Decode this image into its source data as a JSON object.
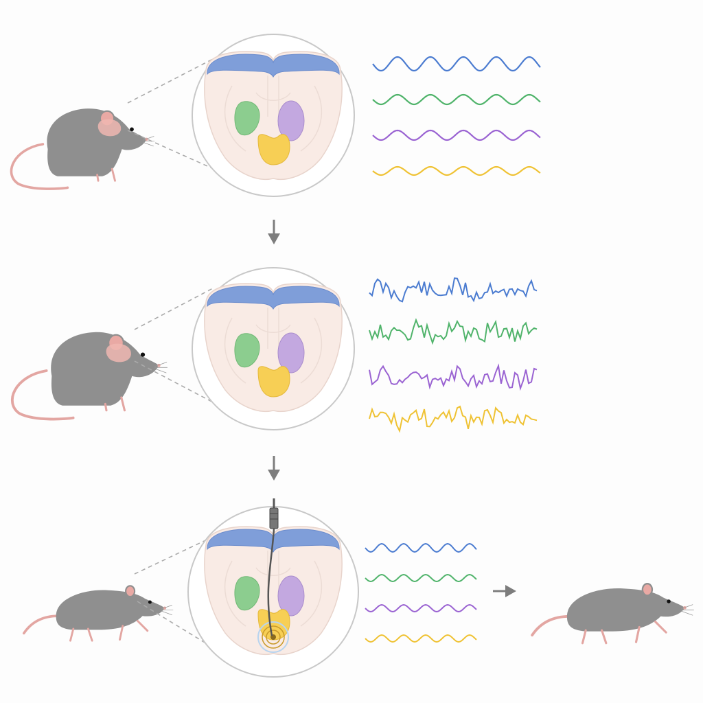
{
  "colors": {
    "background": "#fdfdfd",
    "mouse_body": "#8f8f8f",
    "mouse_ear": "#e9a9a4",
    "mouse_tail": "#e3a6a2",
    "brain_tissue": "#f9ebe5",
    "brain_outline": "#e8d4cc",
    "cortex": "#7f9ed9",
    "region_green": "#8ccd8f",
    "region_purple": "#c3a8e0",
    "region_yellow": "#f7cf55",
    "circle_outline": "#c8c8c8",
    "arrow": "#7d7d7d",
    "electrode": "#555555",
    "trace_blue": "#4a7bd0",
    "trace_green": "#4fb36a",
    "trace_purple": "#9a63d2",
    "trace_yellow": "#efc233"
  },
  "icons": {
    "mouse": "mouse-icon",
    "brain_section": "brain-coronal-section-icon",
    "electrode": "electrode-icon",
    "arrow": "arrow-icon"
  },
  "rows": [
    {
      "state": "baseline",
      "trace_pattern": "smooth",
      "electrode": false,
      "mouse_posture": "sitting"
    },
    {
      "state": "disordered",
      "trace_pattern": "irregular",
      "electrode": false,
      "mouse_posture": "hunched"
    },
    {
      "state": "stimulated",
      "trace_pattern": "smooth",
      "electrode": true,
      "mouse_posture": "walking",
      "outcome_mouse": true
    }
  ]
}
